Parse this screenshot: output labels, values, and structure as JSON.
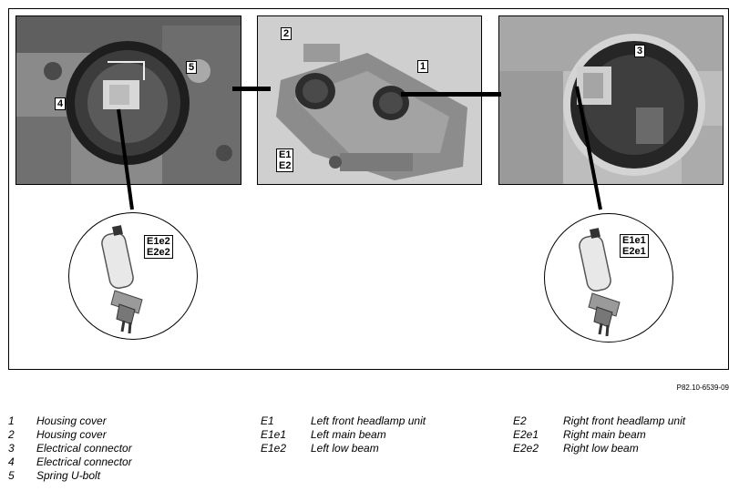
{
  "callouts": {
    "c1": "1",
    "c2": "2",
    "c3": "3",
    "c4": "4",
    "c5": "5",
    "e1e2_block": "E1\nE2",
    "e1e2_line1": "E1",
    "e1e2_line2": "E2",
    "left_bulb_l1": "E1e2",
    "left_bulb_l2": "E2e2",
    "right_bulb_l1": "E1e1",
    "right_bulb_l2": "E2e1"
  },
  "figure_ref": "P82.10-6539-09",
  "legend": {
    "col1": [
      {
        "key": "1",
        "text": "Housing cover"
      },
      {
        "key": "2",
        "text": "Housing cover"
      },
      {
        "key": "3",
        "text": "Electrical connector"
      },
      {
        "key": "4",
        "text": "Electrical connector"
      },
      {
        "key": "5",
        "text": "Spring U-bolt"
      }
    ],
    "col2": [
      {
        "key": "E1",
        "text": "Left front headlamp unit"
      },
      {
        "key": "E1e1",
        "text": "Left main beam"
      },
      {
        "key": "E1e2",
        "text": "Left low beam"
      }
    ],
    "col3": [
      {
        "key": "E2",
        "text": "Right front headlamp unit"
      },
      {
        "key": "E2e1",
        "text": "Right main beam"
      },
      {
        "key": "E2e2",
        "text": "Right low beam"
      }
    ]
  }
}
